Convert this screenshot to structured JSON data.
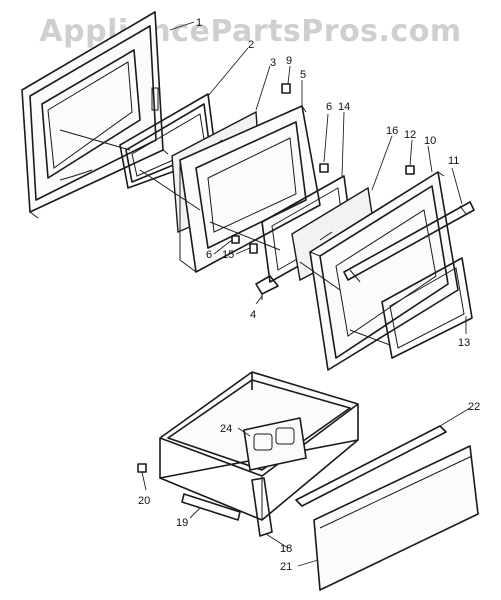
{
  "watermark": "AppliancePartsPros.com",
  "callouts": [
    {
      "id": "1",
      "text": "1"
    },
    {
      "id": "2",
      "text": "2"
    },
    {
      "id": "3",
      "text": "3"
    },
    {
      "id": "9",
      "text": "9"
    },
    {
      "id": "5",
      "text": "5"
    },
    {
      "id": "6a",
      "text": "6"
    },
    {
      "id": "14",
      "text": "14"
    },
    {
      "id": "16",
      "text": "16"
    },
    {
      "id": "12",
      "text": "12"
    },
    {
      "id": "10",
      "text": "10"
    },
    {
      "id": "11",
      "text": "11"
    },
    {
      "id": "6b",
      "text": "6"
    },
    {
      "id": "15",
      "text": "15"
    },
    {
      "id": "4",
      "text": "4"
    },
    {
      "id": "13",
      "text": "13"
    },
    {
      "id": "22",
      "text": "22"
    },
    {
      "id": "24",
      "text": "24"
    },
    {
      "id": "20",
      "text": "20"
    },
    {
      "id": "19",
      "text": "19"
    },
    {
      "id": "18",
      "text": "18"
    },
    {
      "id": "21",
      "text": "21"
    }
  ]
}
